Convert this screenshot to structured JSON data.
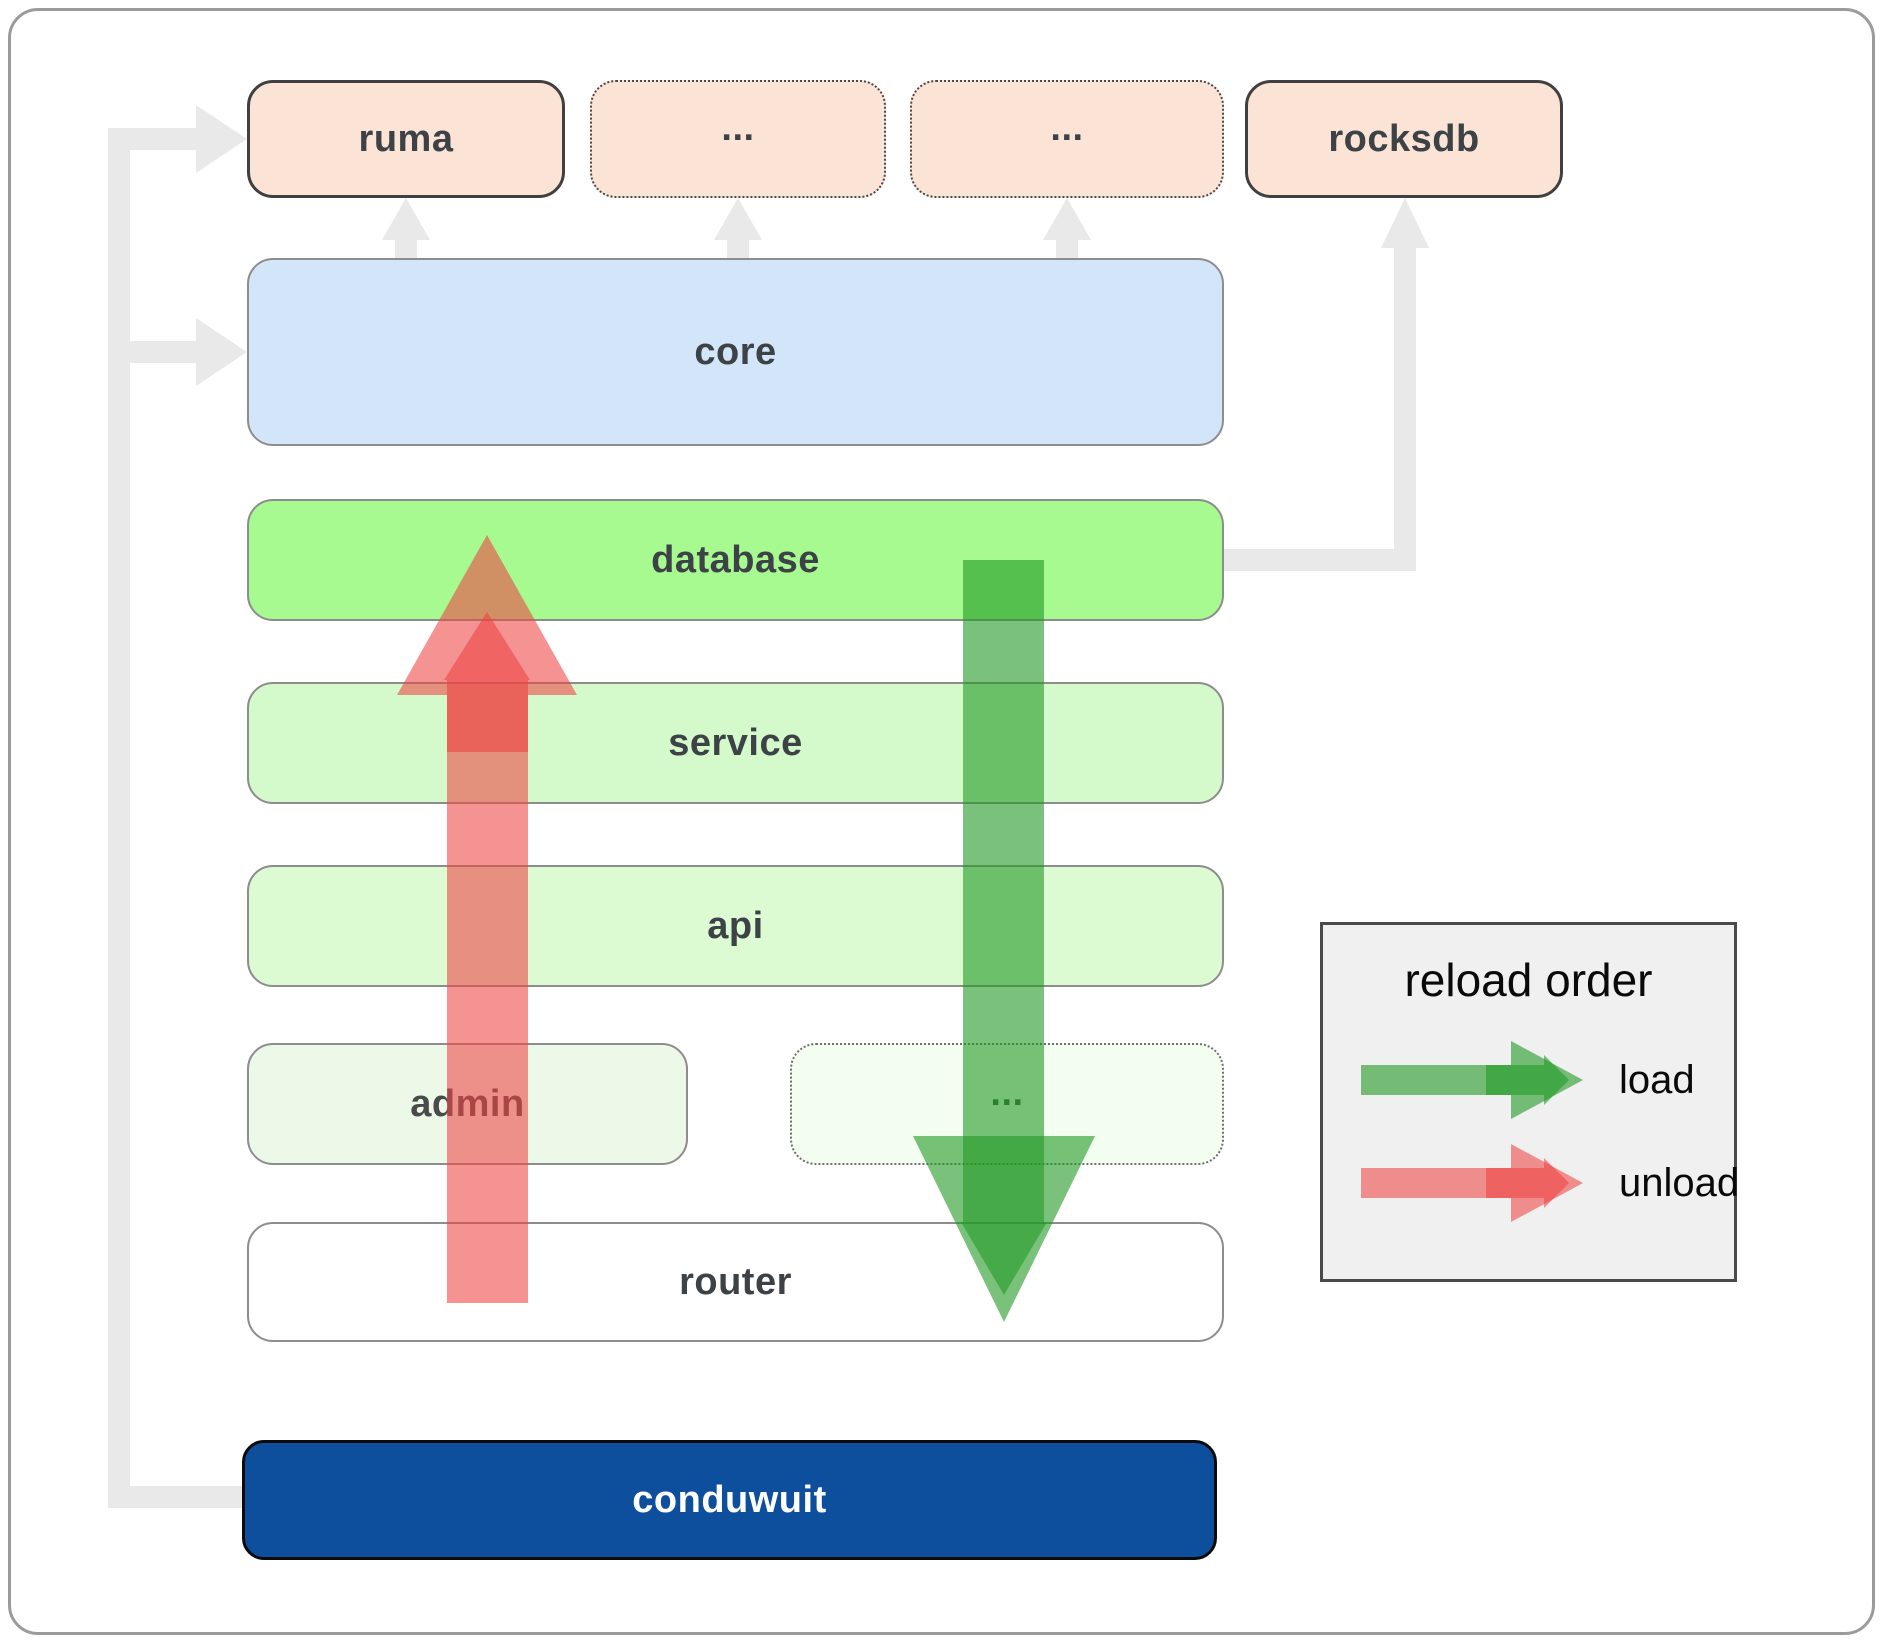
{
  "diagram": {
    "nodes": {
      "ruma": {
        "label": "ruma"
      },
      "ellipsis_top_1": {
        "label": "..."
      },
      "ellipsis_top_2": {
        "label": "..."
      },
      "rocksdb": {
        "label": "rocksdb"
      },
      "core": {
        "label": "core"
      },
      "database": {
        "label": "database"
      },
      "service": {
        "label": "service"
      },
      "api": {
        "label": "api"
      },
      "admin": {
        "label": "admin"
      },
      "ellipsis_admin_row": {
        "label": "..."
      },
      "router": {
        "label": "router"
      },
      "conduwuit": {
        "label": "conduwuit"
      }
    },
    "colors": {
      "peach": "#fbe4d5",
      "core_blue": "#d3e5f8",
      "database_green": "#a6fa90",
      "service_green": "#d4f9cb",
      "api_green": "#ddfbd3",
      "admin_green": "#ecf9e9",
      "ellipsis_row_green": "#f3fdf0",
      "router_fill": "#ffffff",
      "conduwuit_blue": "#0e4f9d",
      "connector_gray": "#e9e9e9",
      "load_green": "#229a24",
      "unload_red": "#ee4444"
    }
  },
  "legend": {
    "title": "reload order",
    "items": [
      {
        "id": "load",
        "label": "load"
      },
      {
        "id": "unload",
        "label": "unload"
      }
    ]
  }
}
